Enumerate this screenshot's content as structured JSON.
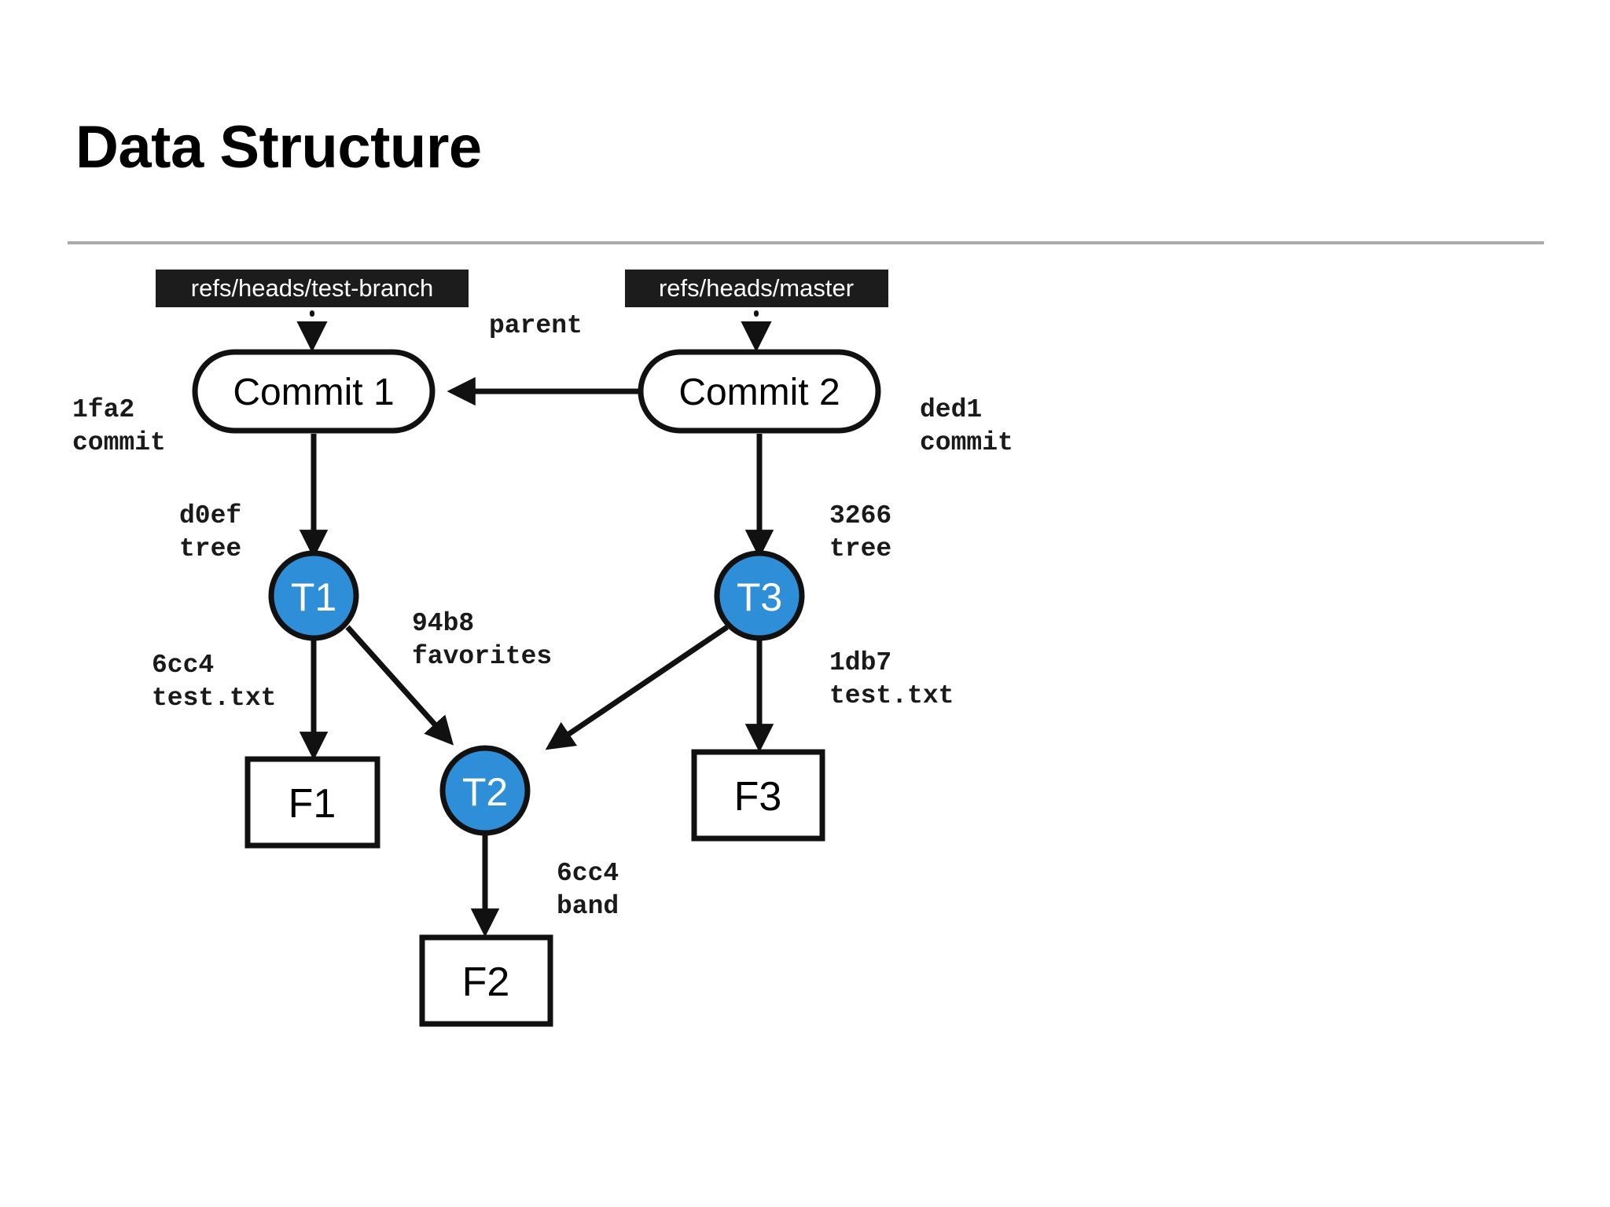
{
  "slide": {
    "title": "Data Structure",
    "background_color": "#ffffff",
    "rule_color": "#aaaaaa"
  },
  "colors": {
    "tree_node_fill": "#2e8fd8",
    "ref_label_bg": "#1c1c1c",
    "stroke": "#111111",
    "text_on_dark": "#ffffff"
  },
  "diagram": {
    "type": "git-object-graph",
    "refs": [
      {
        "id": "ref-test-branch",
        "label": "refs/heads/test-branch",
        "points_to": "commit-1"
      },
      {
        "id": "ref-master",
        "label": "refs/heads/master",
        "points_to": "commit-2"
      }
    ],
    "commits": [
      {
        "id": "commit-1",
        "label": "Commit 1",
        "hash": "1fa2",
        "kind": "commit"
      },
      {
        "id": "commit-2",
        "label": "Commit 2",
        "hash": "ded1",
        "kind": "commit"
      }
    ],
    "trees": [
      {
        "id": "tree-t1",
        "label": "T1",
        "hash": "d0ef",
        "kind": "tree"
      },
      {
        "id": "tree-t2",
        "label": "T2",
        "hash": "94b8",
        "kind": "favorites"
      },
      {
        "id": "tree-t3",
        "label": "T3",
        "hash": "3266",
        "kind": "tree"
      }
    ],
    "files": [
      {
        "id": "file-f1",
        "label": "F1",
        "hash": "6cc4",
        "name": "test.txt"
      },
      {
        "id": "file-f2",
        "label": "F2",
        "hash": "6cc4",
        "name": "band"
      },
      {
        "id": "file-f3",
        "label": "F3",
        "hash": "1db7",
        "name": "test.txt"
      }
    ],
    "annotations": {
      "commit1_hash": "1fa2",
      "commit1_kind": "commit",
      "commit2_hash": "ded1",
      "commit2_kind": "commit",
      "parent_edge": "parent",
      "t1_hash": "d0ef",
      "t1_kind": "tree",
      "t3_hash": "3266",
      "t3_kind": "tree",
      "t2_hash": "94b8",
      "t2_kind": "favorites",
      "f1_hash": "6cc4",
      "f1_name": "test.txt",
      "f3_hash": "1db7",
      "f3_name": "test.txt",
      "f2_hash": "6cc4",
      "f2_name": "band"
    },
    "edges": [
      {
        "from": "ref-test-branch",
        "to": "commit-1",
        "style": "dotted",
        "label": ""
      },
      {
        "from": "ref-master",
        "to": "commit-2",
        "style": "dotted",
        "label": ""
      },
      {
        "from": "commit-2",
        "to": "commit-1",
        "style": "solid",
        "label": "parent"
      },
      {
        "from": "commit-1",
        "to": "tree-t1",
        "style": "solid",
        "label": "d0ef tree"
      },
      {
        "from": "commit-2",
        "to": "tree-t3",
        "style": "solid",
        "label": "3266 tree"
      },
      {
        "from": "tree-t1",
        "to": "file-f1",
        "style": "solid",
        "label": "6cc4 test.txt"
      },
      {
        "from": "tree-t1",
        "to": "tree-t2",
        "style": "solid",
        "label": "94b8 favorites"
      },
      {
        "from": "tree-t3",
        "to": "tree-t2",
        "style": "solid",
        "label": ""
      },
      {
        "from": "tree-t3",
        "to": "file-f3",
        "style": "solid",
        "label": "1db7 test.txt"
      },
      {
        "from": "tree-t2",
        "to": "file-f2",
        "style": "solid",
        "label": "6cc4 band"
      }
    ]
  }
}
